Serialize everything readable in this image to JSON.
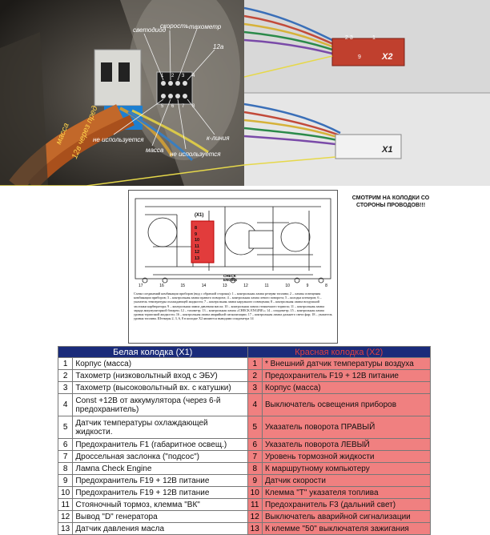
{
  "photo_left": {
    "labels": {
      "svetodiod": "светодиод",
      "skorost": "скорость",
      "tahometr": "тахометр",
      "pin12a": "12а",
      "pin_numbers_top": "1 2 3 4",
      "pin_numbers_bottom": "5 6 7 8",
      "ne_ispolzuetsya_1": "не используется",
      "ne_ispolzuetsya_2": "не используется",
      "massa_bottom": "масса",
      "k_linia": "к-линия",
      "massa_wire": "масса",
      "wire_12v": "12в через пред"
    }
  },
  "photo_right": {
    "labels": {
      "x2": "X2",
      "x1": "X1",
      "x2_pins": "2 3",
      "x2_pin9": "9",
      "x2_pin1": "1"
    }
  },
  "diagram": {
    "connector_label": "(X1)",
    "connector_pins": [
      "8",
      "9",
      "10",
      "11",
      "12",
      "13"
    ],
    "bottom_numbers": [
      "17",
      "16",
      "15",
      "14",
      "13",
      "12",
      "11",
      "10",
      "9",
      "8"
    ],
    "check_engine": "CHECK ENGINE",
    "caption": "Схема соединений комбинации приборов (вид с обратной стороны): 1 – контрольная лампа резерва топлива; 2 – лампы освещения комбинации приборов; 3 – контрольная лампа правого поворота; 4 – контрольная лампа левого поворота; 5 – колодка штекеров; 6 – указатель температуры охлаждающей жидкости; 7 – контрольная лампа наружного освещения; 8 – контрольная лампа воздушной заслонки карбюратора; 9 – контрольная лампа давления масла; 10 – контрольная лампа стояночного тормоза; 11 – контрольная лампа заряда аккумуляторной батареи; 12 – тахометр; 13 – контрольная лампа «CHECK ENGINE»; 14 – спидометр; 15 – контрольная лампа уровня тормозной жидкости; 16 – контрольная лампа аварийной сигнализации; 17 – контрольная лампа дальнего света фар; 18 – указатель уровня топлива. Штекеры 2, 3, 6, 8 в колодке Х2 являются выводами спидометра 14"
  },
  "side_note": "СМОТРИМ НА КОЛОДКИ СО СТОРОНЫ ПРОВОДОВ!!!",
  "table": {
    "header_left": "Белая колодка (X1)",
    "header_right": "Красная колодка (X2)",
    "rows": [
      {
        "ln": "1",
        "l": "Корпус (масса)",
        "rn": "1",
        "r": "* Внешний датчик температуры воздуха"
      },
      {
        "ln": "2",
        "l": "Тахометр (низковольтный вход с ЭБУ)",
        "rn": "2",
        "r": "Предохранитель F19 + 12В питание"
      },
      {
        "ln": "3",
        "l": "Тахометр (высоковольтный вх. с катушки)",
        "rn": "3",
        "r": "Корпус (масса)"
      },
      {
        "ln": "4",
        "l": "Const +12В от аккумулятора (через 6-й предохранитель)",
        "rn": "4",
        "r": "Выключатель освещения приборов"
      },
      {
        "ln": "5",
        "l": "Датчик температуры охлаждающей жидкости.",
        "rn": "5",
        "r": "Указатель поворота ПРАВЫЙ"
      },
      {
        "ln": "6",
        "l": "Предохранитель F1 (габаритное освещ.)",
        "rn": "6",
        "r": "Указатель поворота ЛЕВЫЙ"
      },
      {
        "ln": "7",
        "l": "Дроссельная заслонка (\"подсос\")",
        "rn": "7",
        "r": "Уровень тормозной жидкости"
      },
      {
        "ln": "8",
        "l": "Лампа Check Engine",
        "rn": "8",
        "r": "К маршрутному компьютеру"
      },
      {
        "ln": "9",
        "l": "Предохранитель F19 + 12В питание",
        "rn": "9",
        "r": "Датчик скорости"
      },
      {
        "ln": "10",
        "l": "Предохранитель F19 + 12В питание",
        "rn": "10",
        "r": "Клемма \"Т\" указателя топлива"
      },
      {
        "ln": "11",
        "l": "Стояночный тормоз, клемма \"ВК\"",
        "rn": "11",
        "r": "Предохранитель F3 (дальний свет)"
      },
      {
        "ln": "12",
        "l": "Вывод \"D\" генератора",
        "rn": "12",
        "r": "Выключатель аварийной сигнализации"
      },
      {
        "ln": "13",
        "l": "Датчик давления масла",
        "rn": "13",
        "r": "К клемме \"50\" выключателя зажигания"
      }
    ]
  },
  "colors": {
    "table_header_bg": "#1a2b7a",
    "right_column_bg": "#f08080",
    "header_right_text": "#e04040",
    "callout_line": "#e6d84a"
  }
}
